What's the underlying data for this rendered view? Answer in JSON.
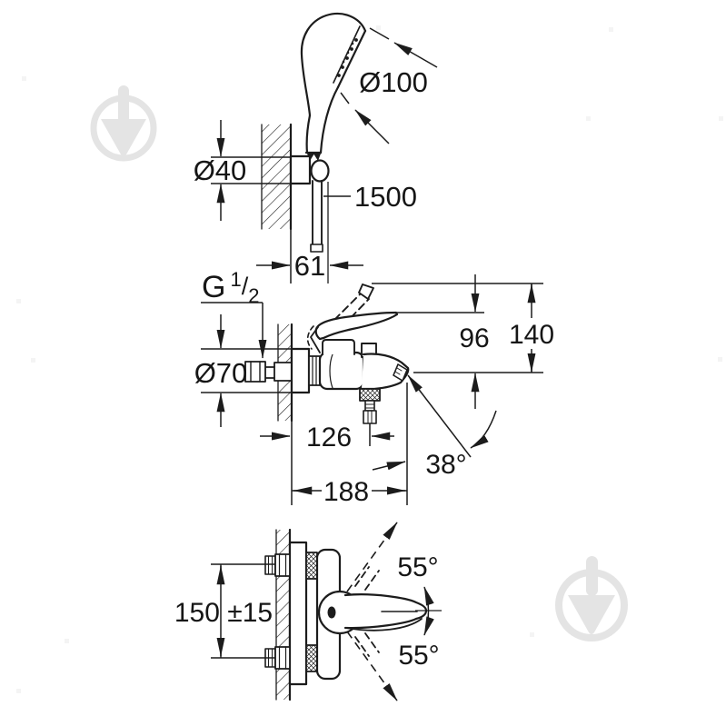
{
  "colors": {
    "line": "#1c1c1c",
    "watermark": "#e4e4e4",
    "background": "#ffffff"
  },
  "drawing": {
    "shower_view": {
      "head_diameter": "Ø100",
      "escutcheon_diameter": "Ø40",
      "hose_length": "1500",
      "holder_offset": "61"
    },
    "side_view": {
      "thread": {
        "base": "G",
        "sup": "1",
        "slash": "/",
        "sub": "2"
      },
      "escutcheon_diameter": "Ø70",
      "spout_to_lever": "96",
      "overall_height": "140",
      "spout_reach": "126",
      "spout_angle": "38°",
      "overall_depth": "188"
    },
    "top_view": {
      "mounting_distance": "150 ±15",
      "lever_angle_up": "55°",
      "lever_angle_down": "55°"
    }
  }
}
